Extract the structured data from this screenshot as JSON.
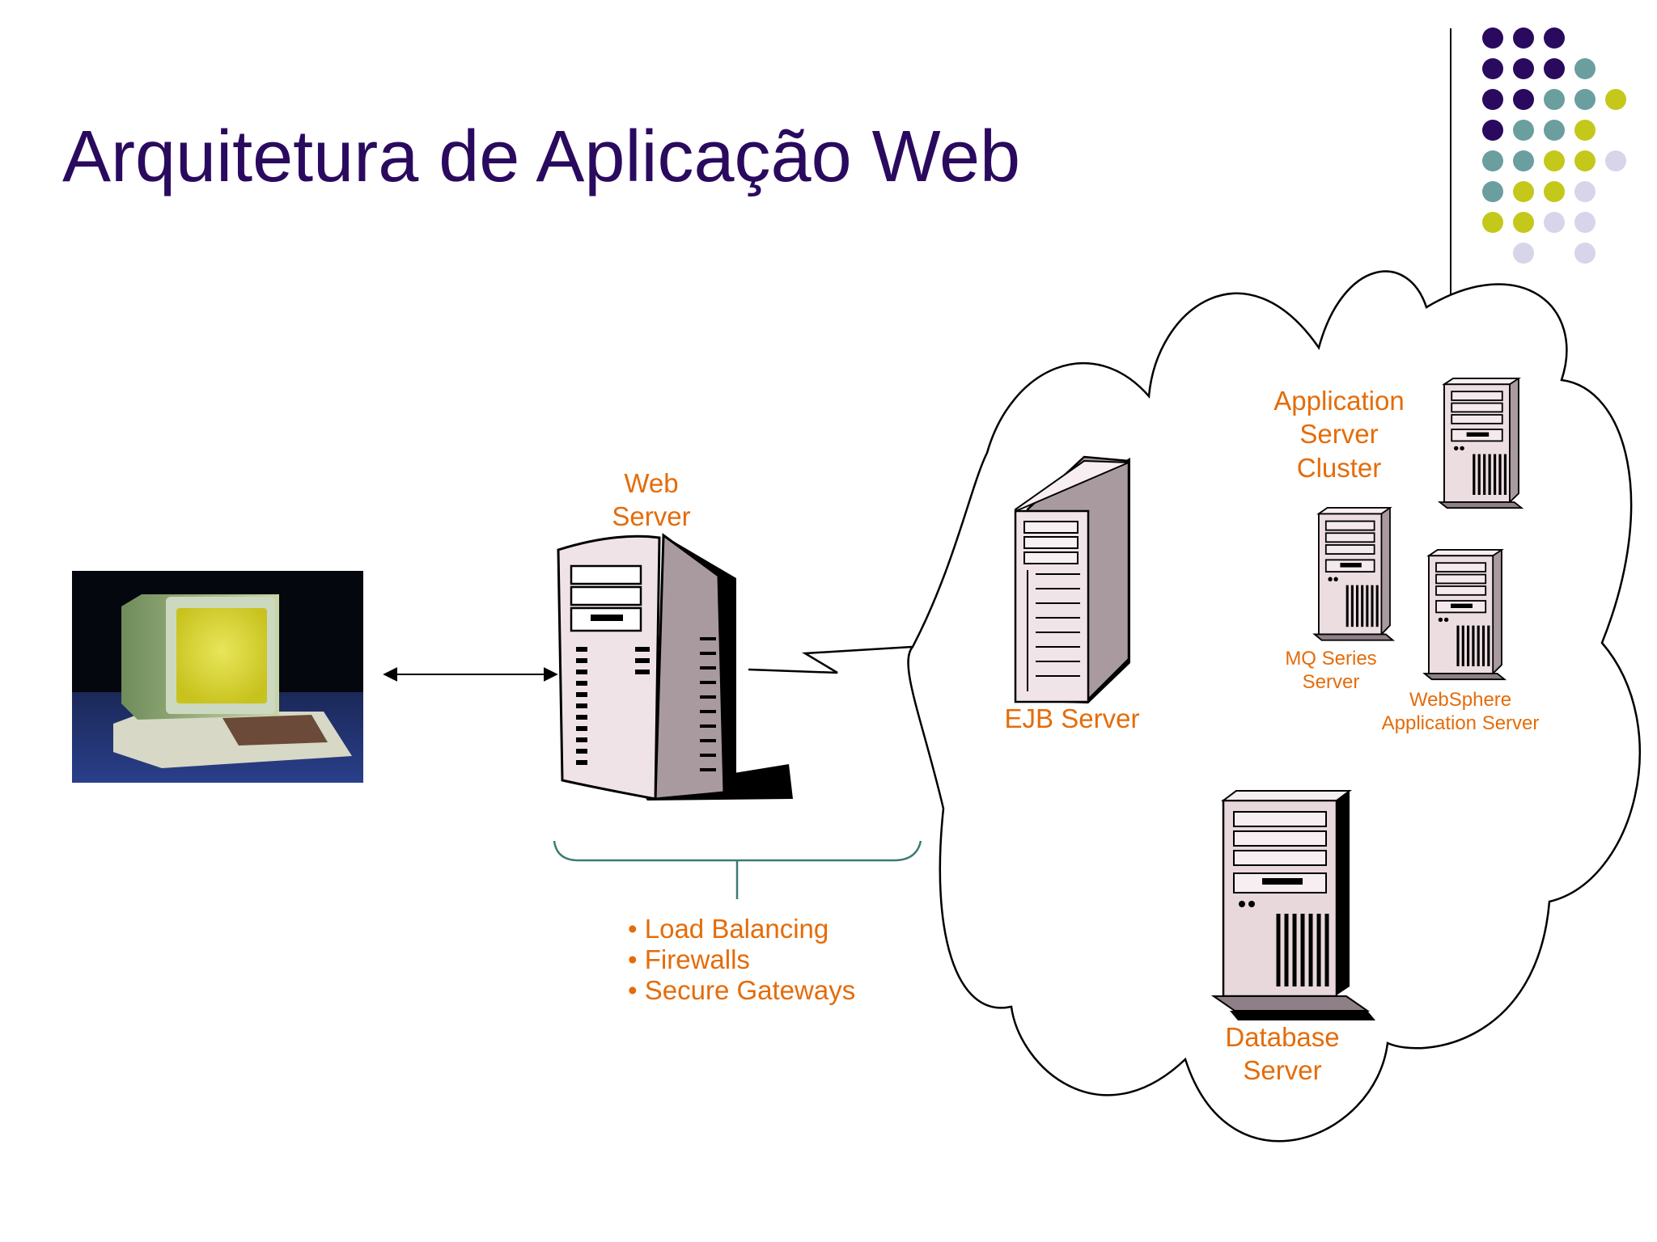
{
  "slide": {
    "title": "Arquitetura de Aplicação Web"
  },
  "colors": {
    "title": "#2a0a5e",
    "label": "#e46c0a",
    "dot_purple": "#2a0a5e",
    "dot_teal": "#6b9e9e",
    "dot_olive": "#c4c81a",
    "dot_lavender": "#d7d5ea",
    "server_body": "#e8d8dc",
    "server_side": "#a99aa0"
  },
  "diagram": {
    "web_server_label": [
      "Web",
      "Server"
    ],
    "edge_services": [
      "Load Balancing",
      "Firewalls",
      "Secure Gateways"
    ],
    "cloud": {
      "app_cluster_label": [
        "Application",
        "Server",
        "Cluster"
      ],
      "ejb_label": "EJB Server",
      "mq_label": [
        "MQ Series",
        "Server"
      ],
      "websphere_label": [
        "WebSphere",
        "Application Server"
      ],
      "database_label": [
        "Database",
        "Server"
      ]
    }
  },
  "icons": [
    "client-computer-icon",
    "web-server-icon",
    "ejb-server-icon",
    "mq-server-icon",
    "websphere-server-icon",
    "cluster-server-icon",
    "database-server-icon"
  ]
}
